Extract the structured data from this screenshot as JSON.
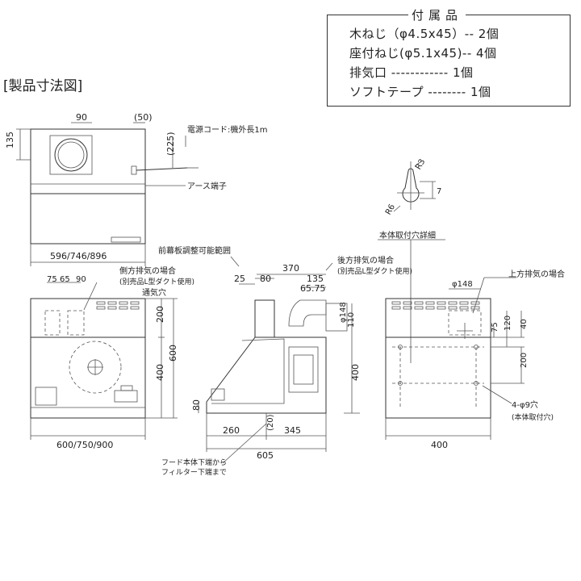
{
  "accessories": {
    "title": "付属品",
    "items": [
      "木ねじ（φ4.5x45）-- 2個",
      "座付ねじ(φ5.1x45)-- 4個",
      "排気口 ------------ 1個",
      "ソフトテープ -------- 1個"
    ]
  },
  "section_title": "[製品寸法図]",
  "top_view": {
    "dim_135": "135",
    "dim_90": "90",
    "dim_50": "(50)",
    "dim_225": "(225)",
    "cord_label": "電源コード:機外長1m",
    "earth_label": "アース端子",
    "width_label": "596/746/896"
  },
  "hole_detail": {
    "r3": "R3",
    "r6": "R6",
    "seven": "7",
    "caption": "本体取付穴詳細"
  },
  "front_view": {
    "side_exhaust": "側方排気の場合",
    "side_exhaust_note": "(別売品L型ダクト使用)",
    "vent_label": "通気穴",
    "dim_75": "75",
    "dim_65": "65",
    "dim_90": "90",
    "dim_200": "200",
    "dim_400": "400",
    "dim_600": "600",
    "width_label": "600/750/900"
  },
  "side_view": {
    "front_panel_range": "前幕板調整可能範囲",
    "rear_exhaust": "後方排気の場合",
    "rear_exhaust_note": "(別売品L型ダクト使用)",
    "dim_370": "370",
    "dim_25": "25",
    "dim_80": "80",
    "dim_135": "135",
    "dim_6575": "65.75",
    "dim_148": "φ148",
    "dim_110": "110",
    "dim_400": "400",
    "dim_80v": "80",
    "dim_260": "260",
    "dim_20": "(20)",
    "dim_345": "345",
    "dim_605": "605",
    "bottom_note_1": "フード本体下端から",
    "bottom_note_2": "フィルター下端まで"
  },
  "back_view": {
    "top_exhaust": "上方排気の場合",
    "dim_148": "φ148",
    "dim_75": "75",
    "dim_120": "120",
    "dim_40": "40",
    "dim_200": "200",
    "holes_label": "4-φ9穴",
    "holes_note": "(本体取付穴)",
    "width_label": "400"
  }
}
